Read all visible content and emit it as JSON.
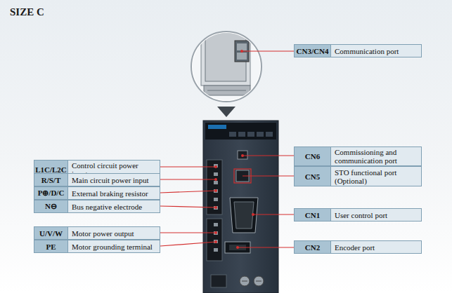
{
  "diagram": {
    "title": "SIZE C",
    "nodes": [
      {
        "text": [
          "CN3/CN4",
          "Communication port"
        ]
      },
      {
        "text": [
          "CN6",
          "Commissioning and communication port"
        ]
      },
      {
        "text": [
          "CN5",
          "STO functional port (Optional)"
        ]
      },
      {
        "text": [
          "L1C/L2C",
          "Control circuit power input"
        ]
      },
      {
        "text": [
          "R/S/T",
          "Main circuit power input"
        ]
      },
      {
        "text": [
          "P⊕/D/C",
          "External braking resistor"
        ]
      },
      {
        "text": [
          "N⊖",
          "Bus negative electrode"
        ]
      },
      {
        "text": [
          "CN1",
          "User control port"
        ]
      },
      {
        "text": [
          "U/V/W",
          "Motor power output"
        ]
      },
      {
        "text": [
          "PE",
          "Motor grounding terminal"
        ]
      },
      {
        "text": [
          "CN2",
          "Encoder port"
        ]
      }
    ]
  }
}
